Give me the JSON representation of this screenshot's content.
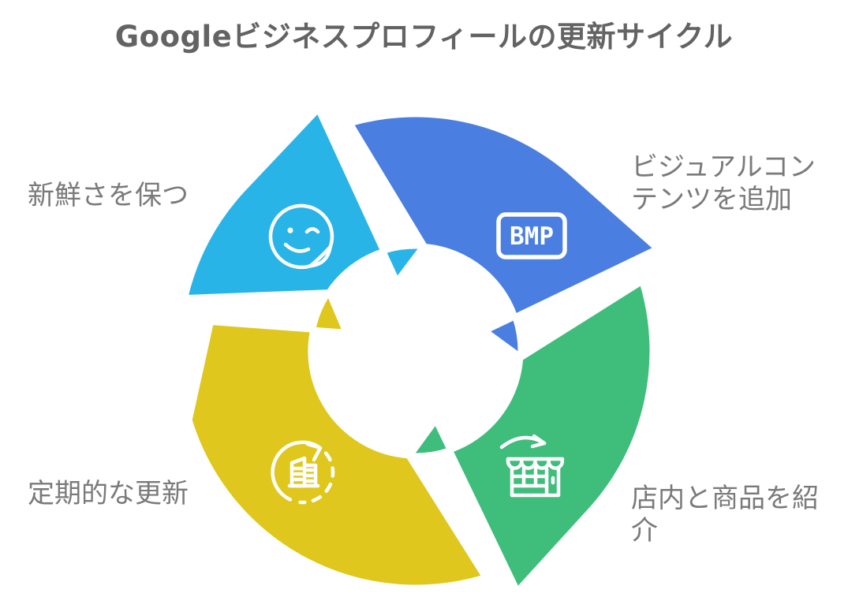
{
  "title": "Googleビジネスプロフィールの更新サイクル",
  "colors": {
    "cyan": "#29b4e8",
    "blue": "#4a7fe1",
    "green": "#3fbe7b",
    "yellow": "#e0c71d",
    "segment_gap": "#ffffff",
    "icon_stroke": "#ffffff",
    "title_text": "#636363",
    "label_text": "#7a7a7a",
    "background": "#ffffff"
  },
  "cycle": {
    "type": "circular-arrow-cycle",
    "direction": "clockwise",
    "segments": [
      {
        "id": "keep-fresh",
        "color_key": "cyan",
        "icon": "winking-smiley-sticker-icon",
        "label": "新鮮さを保つ",
        "label_position": "top-left"
      },
      {
        "id": "add-visual-content",
        "color_key": "blue",
        "icon": "bmp-image-badge-icon",
        "icon_text": "BMP",
        "label": "ビジュアルコンテンツを追加",
        "label_position": "top-right"
      },
      {
        "id": "showcase-interior-products",
        "color_key": "green",
        "icon": "storefront-arrow-icon",
        "label": "店内と商品を紹介",
        "label_position": "bottom-right"
      },
      {
        "id": "regular-updates",
        "color_key": "yellow",
        "icon": "refresh-shop-icon",
        "label": "定期的な更新",
        "label_position": "bottom-left"
      }
    ]
  }
}
